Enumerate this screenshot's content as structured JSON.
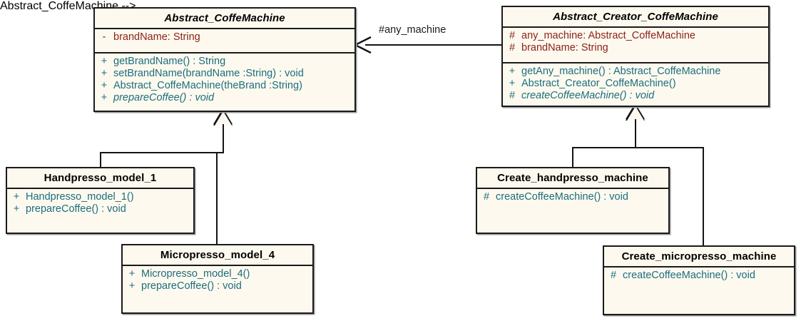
{
  "diagram": {
    "title": "Abstract Factory UML class diagram",
    "type": "uml-class-diagram",
    "background": "#ffffff",
    "class_fill": "#fdf9ef",
    "border_color": "#1a1a1a",
    "attribute_color": "#8c2318",
    "method_color": "#1b6e7d"
  },
  "classes": {
    "abstract_coffe_machine": {
      "name": "Abstract_CoffeMachine",
      "abstract": true,
      "attributes": [
        {
          "visibility": "-",
          "text": "brandName:  String"
        }
      ],
      "methods": [
        {
          "visibility": "+",
          "text": "getBrandName() : String",
          "abstract": false
        },
        {
          "visibility": "+",
          "text": "setBrandName(brandName :String) : void",
          "abstract": false
        },
        {
          "visibility": "+",
          "text": "Abstract_CoffeMachine(theBrand :String)",
          "abstract": false
        },
        {
          "visibility": "+",
          "text": "prepareCoffee() : void",
          "abstract": true
        }
      ]
    },
    "abstract_creator_coffe_machine": {
      "name": "Abstract_Creator_CoffeMachine",
      "abstract": true,
      "attributes": [
        {
          "visibility": "#",
          "text": "any_machine:  Abstract_CoffeMachine"
        },
        {
          "visibility": "#",
          "text": "brandName:  String"
        }
      ],
      "methods": [
        {
          "visibility": "+",
          "text": "getAny_machine() : Abstract_CoffeMachine",
          "abstract": false
        },
        {
          "visibility": "+",
          "text": "Abstract_Creator_CoffeMachine()",
          "abstract": false
        },
        {
          "visibility": "#",
          "text": "createCoffeeMachine() : void",
          "abstract": true
        }
      ]
    },
    "handpresso_model_1": {
      "name": "Handpresso_model_1",
      "abstract": false,
      "methods": [
        {
          "visibility": "+",
          "text": "Handpresso_model_1()",
          "abstract": false
        },
        {
          "visibility": "+",
          "text": "prepareCoffee() : void",
          "abstract": false
        }
      ]
    },
    "micropresso_model_4": {
      "name": "Micropresso_model_4",
      "abstract": false,
      "methods": [
        {
          "visibility": "+",
          "text": "Micropresso_model_4()",
          "abstract": false
        },
        {
          "visibility": "+",
          "text": "prepareCoffee() : void",
          "abstract": false
        }
      ]
    },
    "create_handpresso_machine": {
      "name": "Create_handpresso_machine",
      "abstract": false,
      "methods": [
        {
          "visibility": "#",
          "text": "createCoffeeMachine() : void",
          "abstract": false
        }
      ]
    },
    "create_micropresso_machine": {
      "name": "Create_micropresso_machine",
      "abstract": false,
      "methods": [
        {
          "visibility": "#",
          "text": "createCoffeeMachine() : void",
          "abstract": false
        }
      ]
    }
  },
  "relations": {
    "association_label": "#any_machine"
  }
}
